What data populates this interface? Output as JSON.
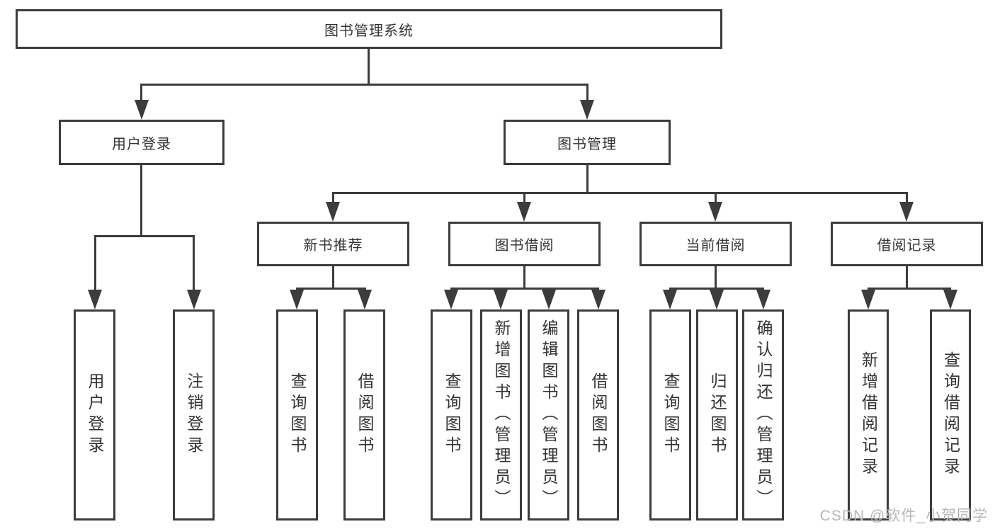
{
  "diagram": {
    "root": {
      "label": "图书管理系统"
    },
    "level2": {
      "login": {
        "label": "用户登录"
      },
      "book_mgmt": {
        "label": "图书管理"
      }
    },
    "level3": {
      "new_book_rec": {
        "label": "新书推荐"
      },
      "book_borrow": {
        "label": "图书借阅"
      },
      "current_borrow": {
        "label": "当前借阅"
      },
      "borrow_record": {
        "label": "借阅记录"
      }
    },
    "leaves": {
      "login": [
        "用户登录",
        "注销登录"
      ],
      "new_book_rec": [
        "查询图书",
        "借阅图书"
      ],
      "book_borrow": [
        "查询图书",
        "新增图书（管理员）",
        "编辑图书（管理员）",
        "借阅图书"
      ],
      "current_borrow": [
        "查询图书",
        "归还图书",
        "确认归还（管理员）"
      ],
      "borrow_record": [
        "新增借阅记录",
        "查询借阅记录"
      ]
    }
  },
  "watermark": "CSDN @软件_小贺同学",
  "colors": {
    "line": "#3c3c3c",
    "text": "#333333",
    "watermark": "#b3b6ba",
    "background": "#ffffff"
  }
}
